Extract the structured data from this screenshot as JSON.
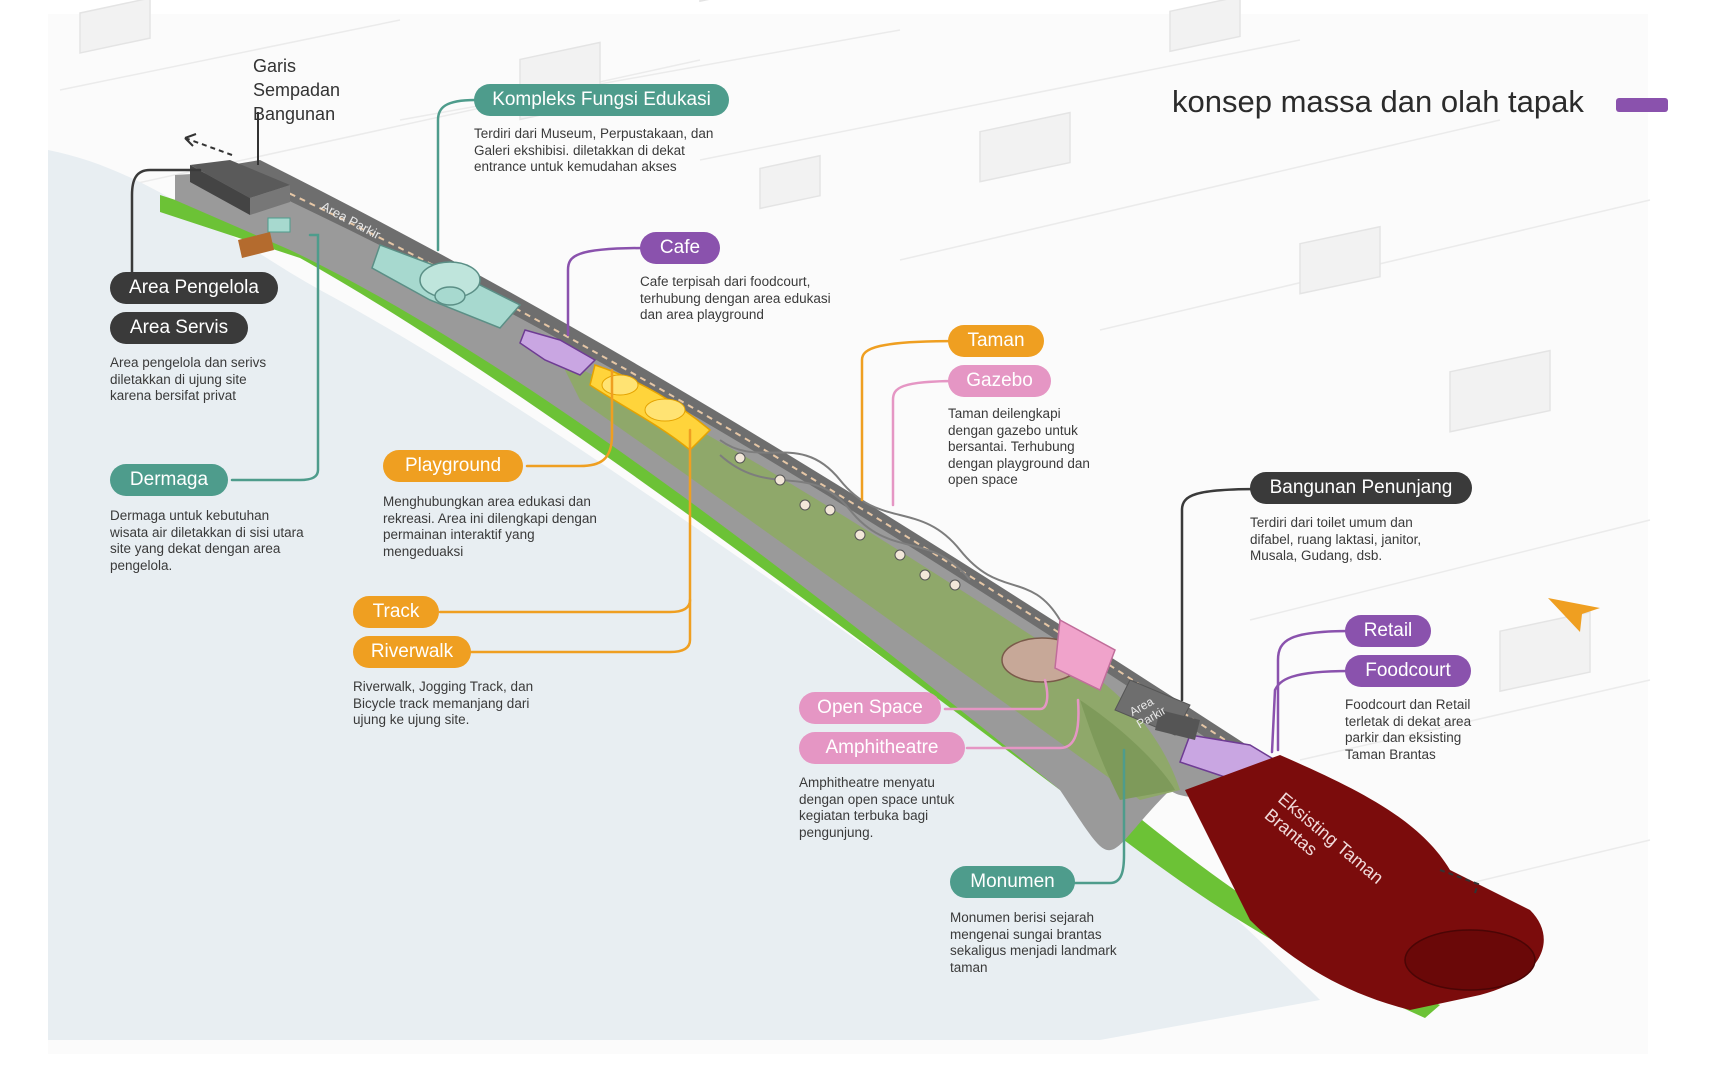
{
  "title": "konsep massa dan olah tapak",
  "colors": {
    "green": "#6cc236",
    "river": "#e8eef2",
    "path": "#9b9b9b",
    "park": "#8fa86a",
    "existing": "#7b0c0c",
    "purple": "#8a52ad",
    "orange": "#ef9f21",
    "teal": "#4e9c8c",
    "pink": "#e596c4",
    "dark": "#3a3a3a"
  },
  "garis_sempadan": [
    "Garis",
    "Sempadan",
    "Bangunan"
  ],
  "map_labels": {
    "parkir_1": "Area Parkir",
    "parkir_2": "Area Parkir",
    "existing": "Eksisting Taman Brantas"
  },
  "labels": {
    "area_pengelola": "Area Pengelola",
    "area_servis": "Area Servis",
    "dermaga": "Dermaga",
    "kompleks": "Kompleks Fungsi Edukasi",
    "cafe": "Cafe",
    "taman": "Taman",
    "gazebo": "Gazebo",
    "playground": "Playground",
    "track": "Track",
    "riverwalk": "Riverwalk",
    "bangunan_penunjang": "Bangunan Penunjang",
    "retail": "Retail",
    "foodcourt": "Foodcourt",
    "open_space": "Open Space",
    "amphitheatre": "Amphitheatre",
    "monumen": "Monumen"
  },
  "descriptions": {
    "pengelola": "Area pengelola dan serivs diletakkan di ujung site karena bersifat privat",
    "dermaga": "Dermaga untuk kebutuhan wisata air diletakkan di sisi utara site yang dekat dengan area pengelola.",
    "kompleks": "Terdiri dari Museum, Perpustakaan, dan Galeri ekshibisi. diletakkan di dekat entrance untuk kemudahan akses",
    "cafe": "Cafe terpisah dari foodcourt, terhubung dengan area edukasi dan area playground",
    "taman": "Taman deilengkapi dengan gazebo untuk bersantai. Terhubung dengan playground dan open space",
    "playground": "Menghubungkan area edukasi dan rekreasi. Area ini dilengkapi dengan permainan interaktif yang mengeduaksi",
    "riverwalk": "Riverwalk, Jogging Track, dan Bicycle track memanjang dari ujung ke ujung site.",
    "bangunan": "Terdiri dari toilet umum dan difabel, ruang laktasi, janitor, Musala, Gudang, dsb.",
    "foodcourt": "Foodcourt dan Retail terletak di dekat area parkir dan eksisting Taman Brantas",
    "amphitheatre": "Amphitheatre menyatu dengan open space untuk kegiatan terbuka bagi pengunjung.",
    "monumen": "Monumen berisi sejarah mengenai sungai brantas sekaligus menjadi landmark taman"
  },
  "icons": [
    "north-arrow-icon",
    "legend-swatch-icon",
    "dashed-arrow-icon"
  ]
}
